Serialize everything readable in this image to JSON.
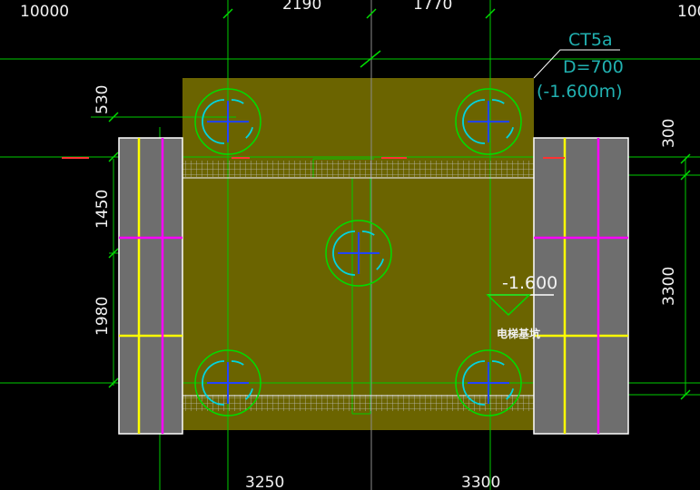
{
  "header": {
    "left_value": "10000",
    "right_value": "100"
  },
  "top_dims": [
    "2190",
    "1770"
  ],
  "bottom_dims": [
    "3250",
    "3300"
  ],
  "left_dims": [
    "530",
    "1450",
    "1980"
  ],
  "right_dims": [
    "300",
    "3300"
  ],
  "pile_cap": {
    "code": "CT5a",
    "diameter": "D=700",
    "elevation": "(-1.600m)"
  },
  "level_mark": "-1.600",
  "pit_label": "电梯基坑",
  "colors": {
    "cap_fill": "#6b6400",
    "grid": "#00dd00",
    "pile": "#00dd00",
    "pile_arc": "#00d5e0",
    "cross": "#2244ff",
    "wall": "#6e6e6e",
    "magenta": "#ff00ff",
    "yellow": "#ffff00",
    "text": "#f2f2f2",
    "annotation": "#21b1b1"
  }
}
